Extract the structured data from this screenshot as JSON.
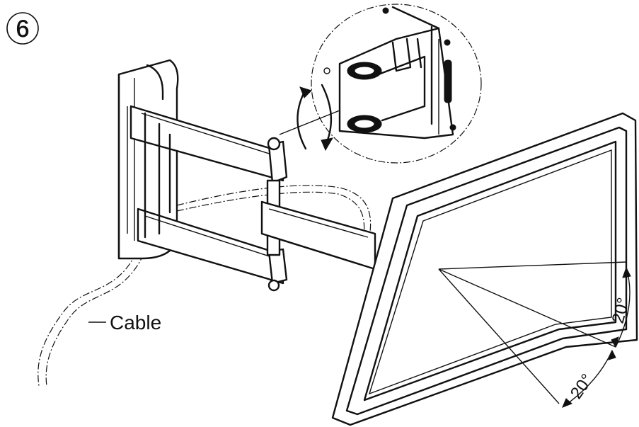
{
  "step": {
    "number": "6"
  },
  "labels": {
    "cable": "Cable",
    "angle_upper": "20°",
    "angle_lower": "20°"
  }
}
